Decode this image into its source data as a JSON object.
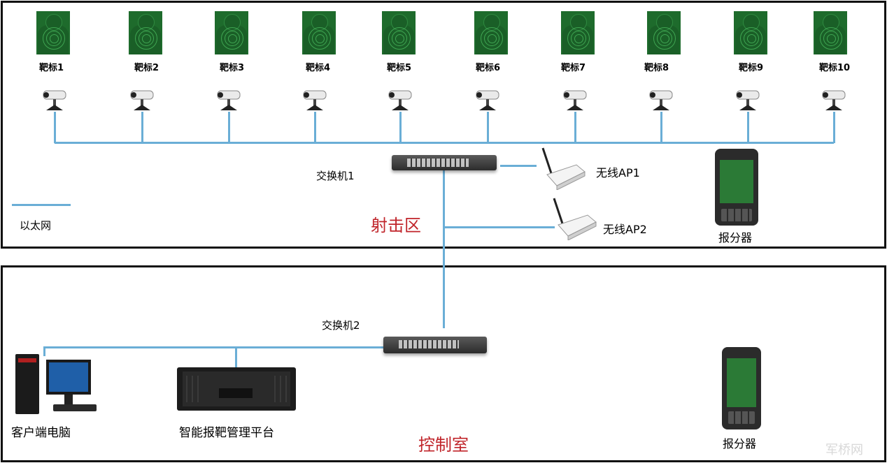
{
  "targets": [
    "靶标1",
    "靶标2",
    "靶标3",
    "靶标4",
    "靶标5",
    "靶标6",
    "靶标7",
    "靶标8",
    "靶标9",
    "靶标10"
  ],
  "switch1": "交换机1",
  "switch2": "交换机2",
  "ap1": "无线AP1",
  "ap2": "无线AP2",
  "reporter1": "报分器",
  "reporter2": "报分器",
  "legend": "以太网",
  "zone_shooting": "射击区",
  "zone_control": "控制室",
  "client_pc": "客户端电脑",
  "platform": "智能报靶管理平台",
  "watermark": "军桥网",
  "colors": {
    "ethernet": "#6aaed6",
    "zone_title": "#c0242a",
    "target": "#1e6b2c"
  }
}
